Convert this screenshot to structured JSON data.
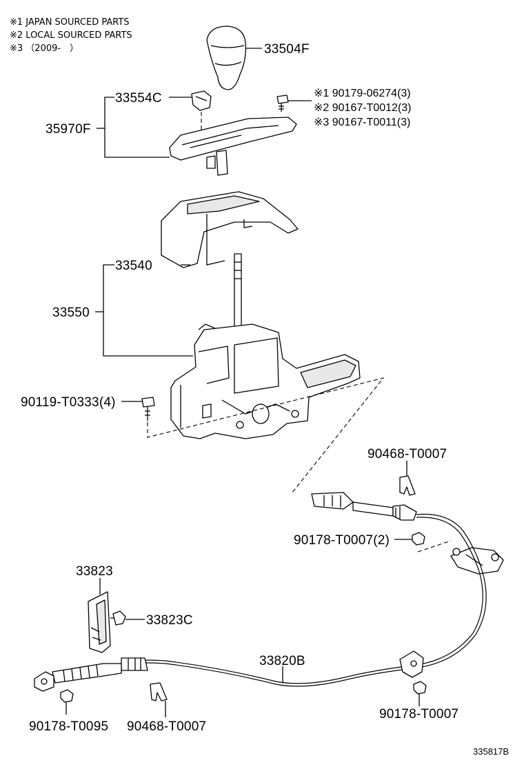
{
  "notes": [
    "※1 JAPAN SOURCED PARTS",
    "※2 LOCAL SOURCED PARTS",
    "※3 （2009-　）"
  ],
  "callouts": {
    "knob": "33504F",
    "clip_top": "33554C",
    "bezel": "35970F",
    "screw_j": "※1 90179-06274(3)",
    "screw_l": "※2 90167-T0012(3)",
    "screw_3": "※3 90167-T0011(3)",
    "cover": "33540",
    "shifter_assy": "33550",
    "bolt": "90119-T0333(4)",
    "clip_upper": "90468-T0007",
    "nut_upper": "90178-T0007(2)",
    "bracket": "33823",
    "bracket_pin": "33823C",
    "cable": "33820B",
    "nut_left": "90178-T0095",
    "clip_lower": "90468-T0007",
    "nut_right": "90178-T0007"
  },
  "figure_ref": "335817B"
}
